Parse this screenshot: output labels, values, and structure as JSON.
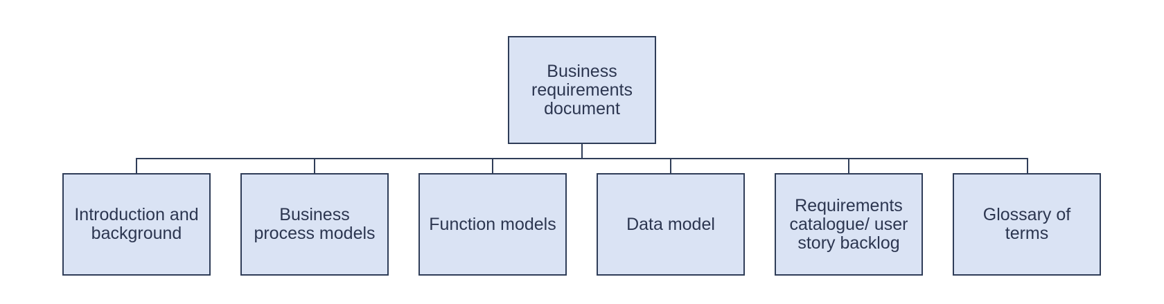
{
  "colors": {
    "box_fill": "#dae3f4",
    "box_border": "#2f3d58",
    "text": "#2c3650"
  },
  "root": {
    "label": "Business requirements document"
  },
  "children": [
    {
      "label": "Introduction and background"
    },
    {
      "label": "Business process models"
    },
    {
      "label": "Function models"
    },
    {
      "label": "Data model"
    },
    {
      "label": "Requirements catalogue/ user story backlog"
    },
    {
      "label": "Glossary of terms"
    }
  ]
}
